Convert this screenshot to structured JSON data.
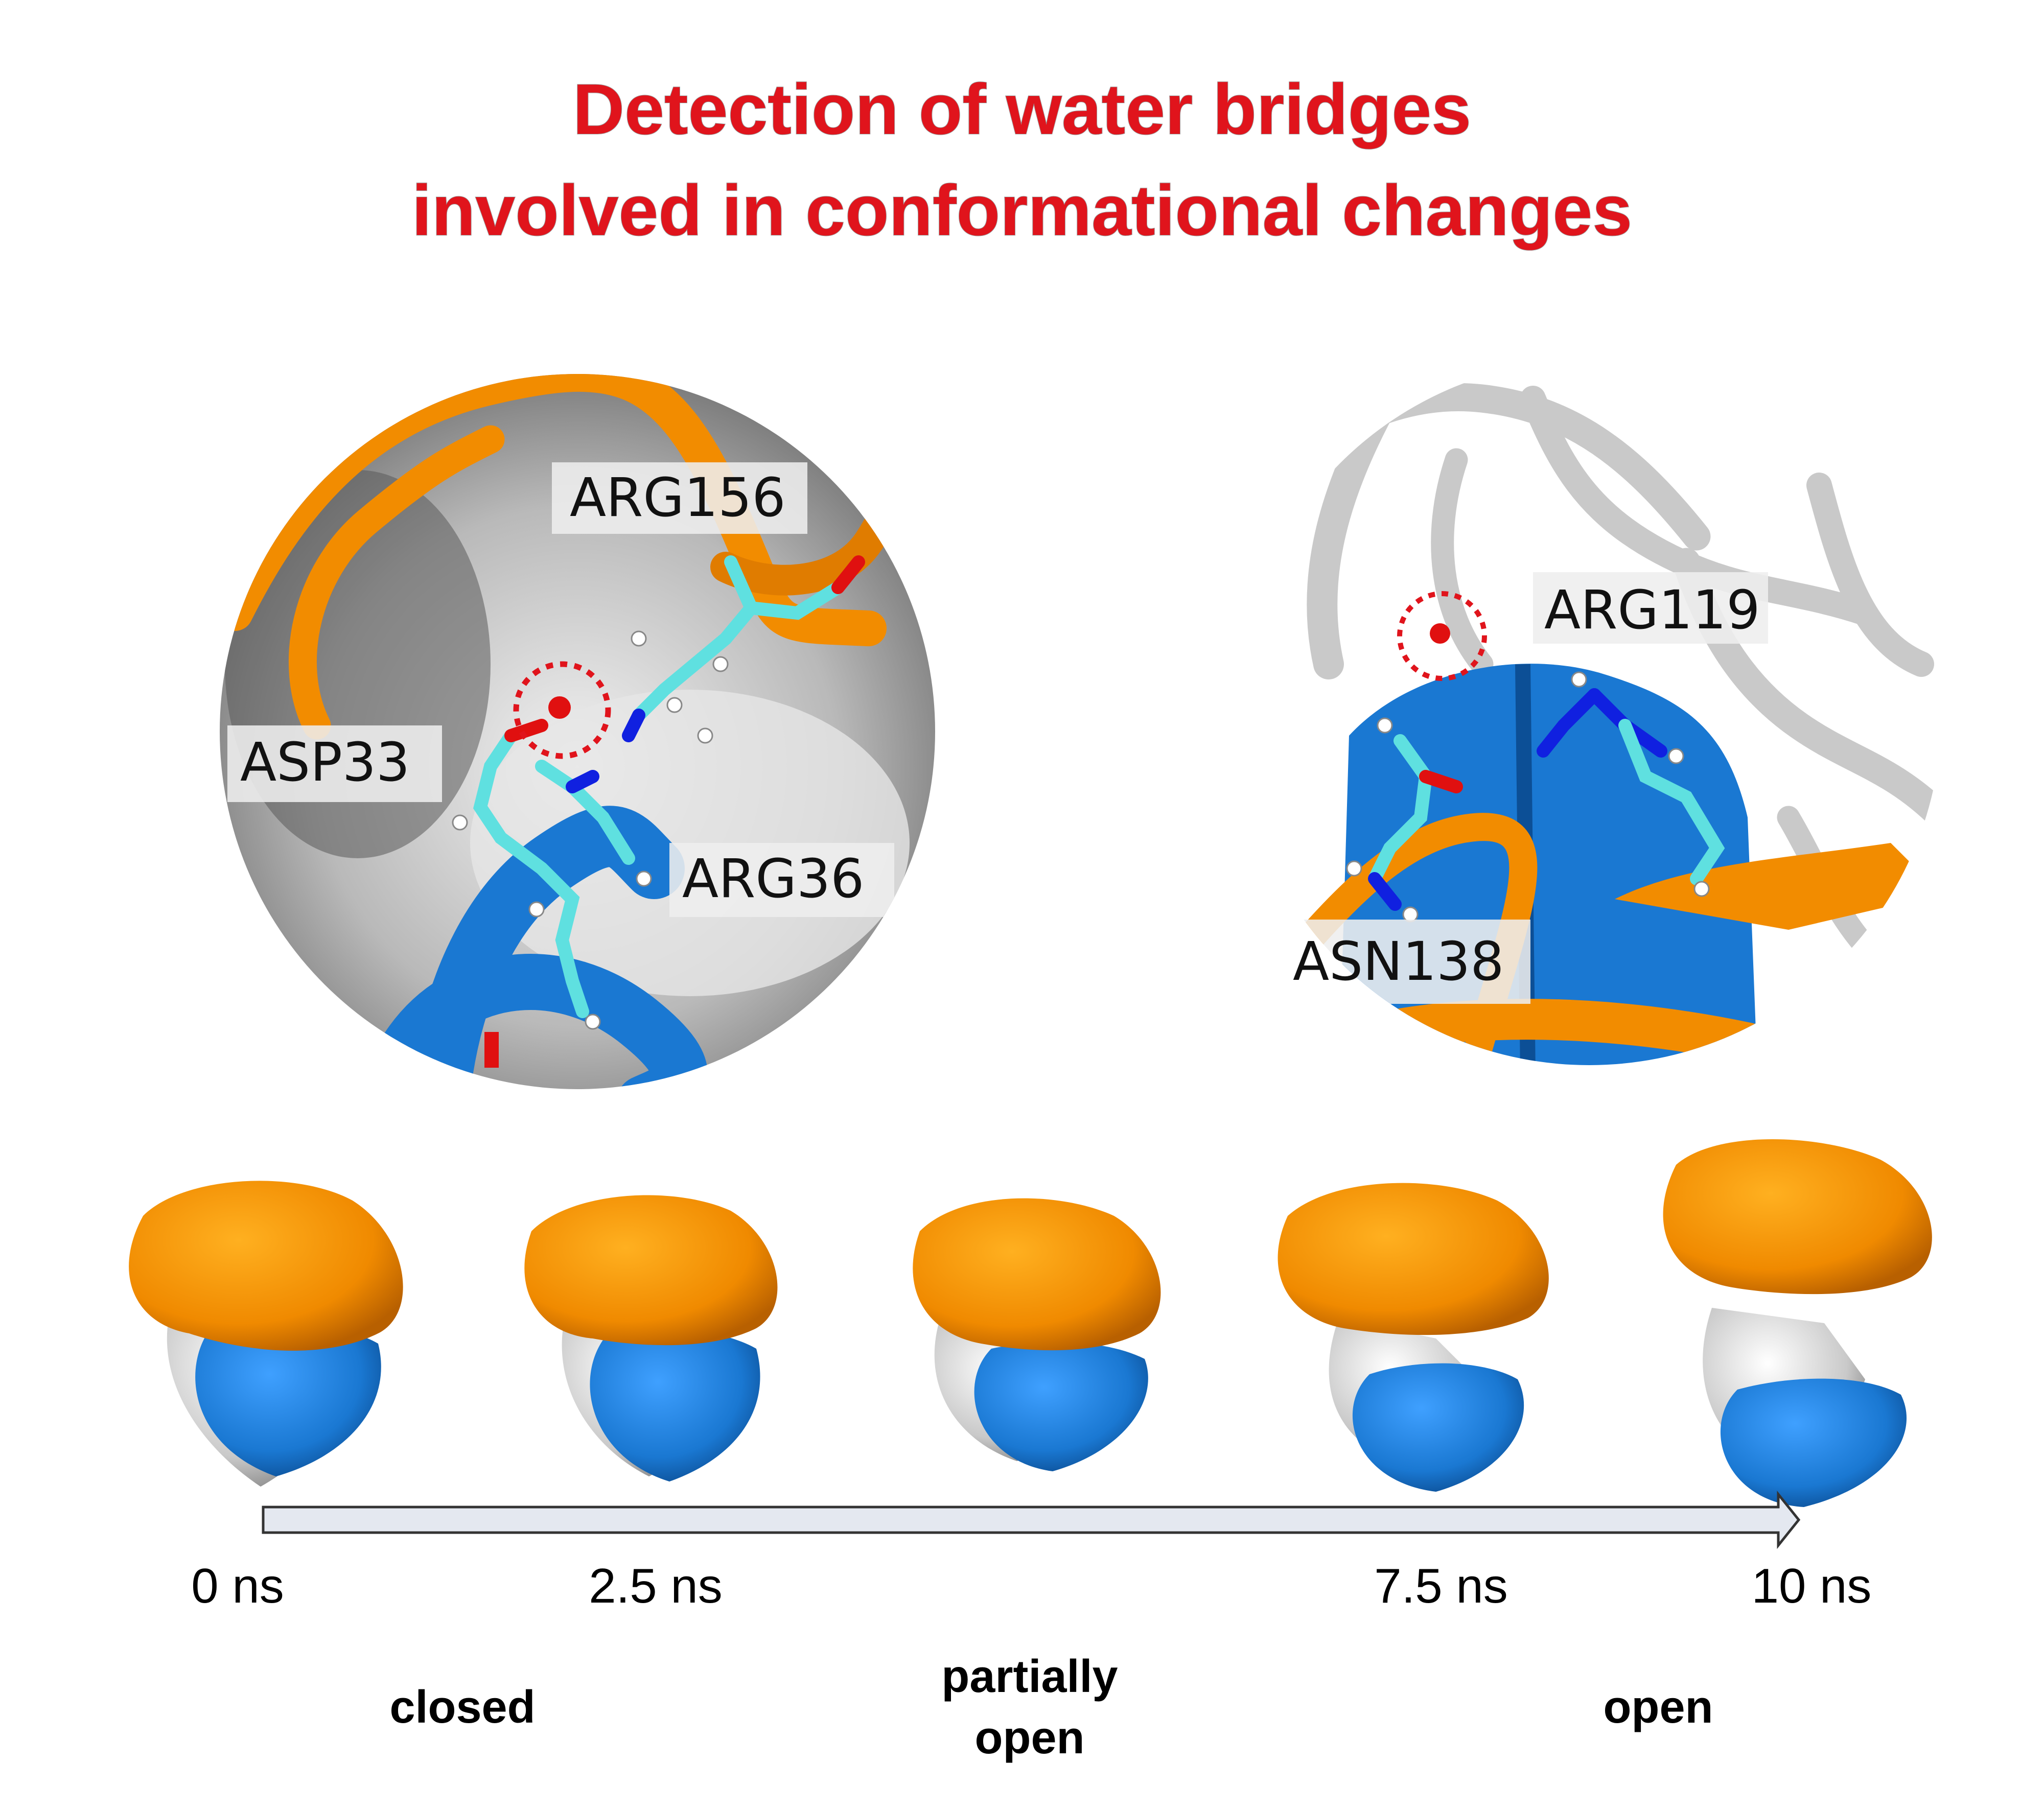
{
  "title": {
    "line1": "Detection of water bridges",
    "line2": "involved in conformational changes"
  },
  "insets": {
    "left": {
      "residues": [
        "ARG156",
        "ASP33",
        "ARG36"
      ]
    },
    "right": {
      "residues": [
        "ARG119",
        "ASN138"
      ]
    }
  },
  "timeline": {
    "ticks": [
      "0 ns",
      "2.5 ns",
      "7.5 ns",
      "10 ns"
    ],
    "states": {
      "closed": "closed",
      "partially_line1": "partially",
      "partially_line2": "open",
      "open": "open"
    }
  },
  "colors": {
    "title": "#e0141c",
    "orange_domain": "#f28c00",
    "blue_domain": "#1a78d2",
    "grey_surface": "#c8c8c8",
    "water_marker": "#e0141c",
    "carbon": "#5fe0e0",
    "nitrogen": "#1020e0",
    "oxygen": "#e01010"
  },
  "snapshots_count": 5
}
